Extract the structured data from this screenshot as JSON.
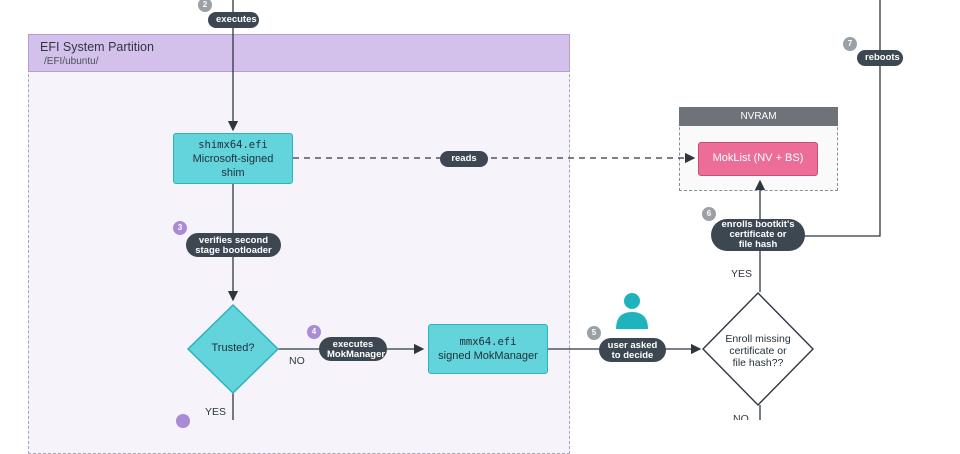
{
  "partition": {
    "title": "EFI System Partition",
    "path": "/EFI/ubuntu/"
  },
  "steps": {
    "s2": {
      "number": "2",
      "label": "executes"
    },
    "s3": {
      "number": "3",
      "label_line1": "verifies second",
      "label_line2": "stage bootloader"
    },
    "s4": {
      "number": "4",
      "label_line1": "executes",
      "label_line2": "MokManager"
    },
    "s5": {
      "number": "5",
      "label_line1": "user asked",
      "label_line2": "to decide"
    },
    "s6": {
      "number": "6",
      "label_line1": "enrolls bootkit's",
      "label_line2": "certificate or",
      "label_line3": "file hash"
    },
    "s7": {
      "number": "7",
      "label": "reboots"
    }
  },
  "reads_label": "reads",
  "shim": {
    "filename": "shimx64.efi",
    "line2": "Microsoft-signed",
    "line3": "shim"
  },
  "mokmanager": {
    "filename": "mmx64.efi",
    "line2": "signed MokManager"
  },
  "nvram": {
    "title": "NVRAM",
    "moklist": "MokList (NV + BS)"
  },
  "trusted": {
    "label": "Trusted?",
    "no": "NO",
    "yes": "YES"
  },
  "enroll": {
    "line1": "Enroll missing",
    "line2": "certificate or",
    "line3": "file hash??",
    "yes": "YES",
    "no": "NO"
  },
  "colors": {
    "box": "#63d3dc",
    "partition_header": "#d3c1ec",
    "moklist": "#eb6d98",
    "pill": "#3d4751",
    "user": "#1fb3be"
  }
}
